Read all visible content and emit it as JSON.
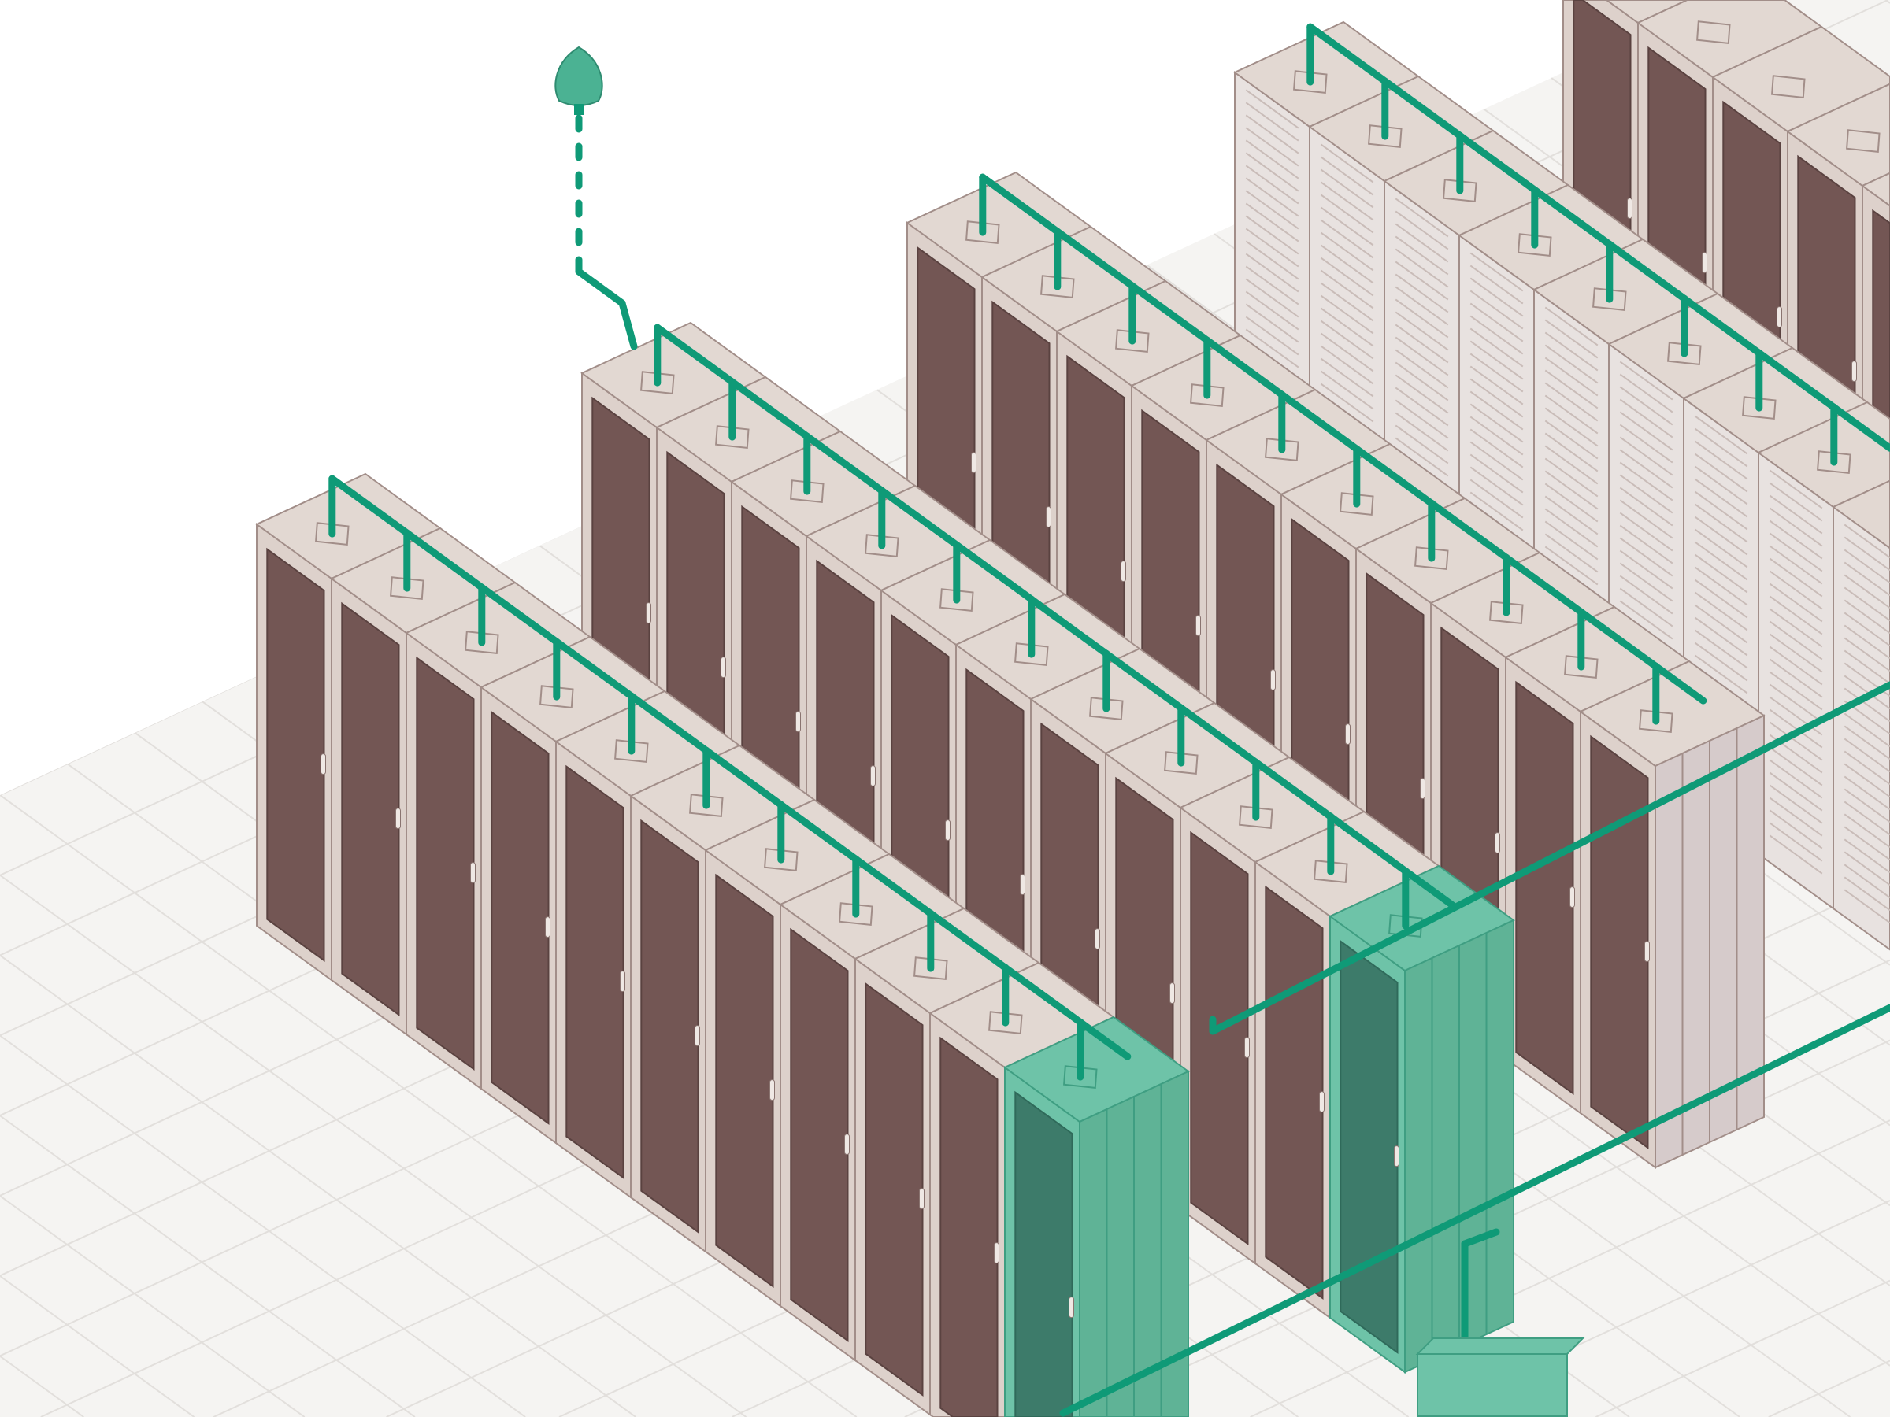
{
  "colors": {
    "background": "#ffffff",
    "floor": "#f5f4f2",
    "floor_grid": "#e2dfdc",
    "rack_body": "#ddd1cb",
    "rack_top": "#e2d8d2",
    "rack_outline": "#a28e89",
    "rack_door": "#735654",
    "rack_light_side": "#d6cbcb",
    "pipe": "#0f9a77",
    "highlight_rack": "#6ec3a8",
    "highlight_door": "#3d7b6a",
    "beacon": "#4bb293"
  },
  "rows": [
    {
      "id": "row-far-right",
      "racks": 6,
      "style": "dark",
      "highlighted": []
    },
    {
      "id": "row-white",
      "racks": 10,
      "style": "white",
      "highlighted": []
    },
    {
      "id": "row-back",
      "racks": 10,
      "style": "dark",
      "highlighted": [],
      "end_panel": true
    },
    {
      "id": "row-middle",
      "racks": 11,
      "style": "dark",
      "highlighted": [
        10
      ]
    },
    {
      "id": "row-front",
      "racks": 11,
      "style": "dark",
      "highlighted": [
        10
      ]
    }
  ]
}
